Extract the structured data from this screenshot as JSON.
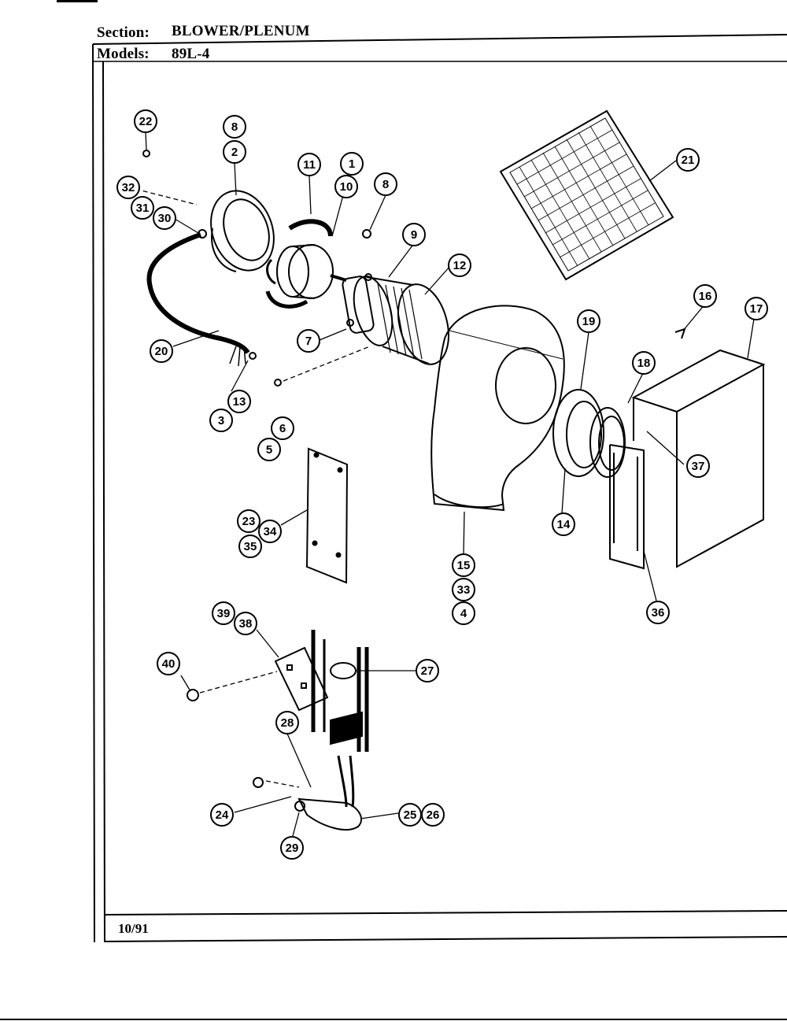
{
  "header": {
    "section_label": "Section:",
    "section_value": "BLOWER/PLENUM",
    "models_label": "Models:",
    "models_value": "89L-4"
  },
  "footer": {
    "date": "10/91"
  },
  "callouts": [
    "22",
    "8",
    "2",
    "32",
    "31",
    "30",
    "11",
    "1",
    "10",
    "8",
    "9",
    "12",
    "21",
    "20",
    "13",
    "3",
    "7",
    "6",
    "5",
    "16",
    "17",
    "19",
    "18",
    "37",
    "23",
    "34",
    "35",
    "15",
    "33",
    "4",
    "14",
    "36",
    "39",
    "38",
    "40",
    "27",
    "28",
    "24",
    "25",
    "26",
    "29"
  ]
}
